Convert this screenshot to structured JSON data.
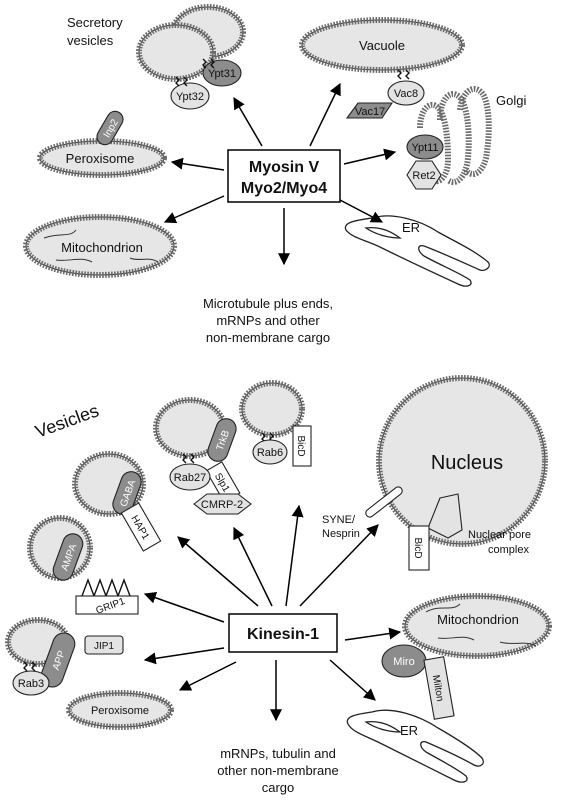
{
  "myosin": {
    "motor_line1": "Myosin V",
    "motor_line2": "Myo2/Myo4",
    "secretory_line1": "Secretory",
    "secretory_line2": "vesicles",
    "ypt31": "Ypt31",
    "ypt32": "Ypt32",
    "vacuole": "Vacuole",
    "vac8": "Vac8",
    "vac17": "Vac17",
    "golgi": "Golgi",
    "ypt11": "Ypt11",
    "ret2": "Ret2",
    "inp2": "Inp2",
    "peroxisome": "Peroxisome",
    "mitochondrion": "Mitochondrion",
    "er": "ER",
    "other_line1": "Microtubule plus ends,",
    "other_line2": "mRNPs and other",
    "other_line3": "non-membrane cargo"
  },
  "kinesin": {
    "motor": "Kinesin-1",
    "vesicles": "Vesicles",
    "gaba": "GABA",
    "hap1": "HAP1",
    "trkb": "TrkB",
    "rab27": "Rab27",
    "slp1": "Slp1",
    "cmrp2": "CMRP-2",
    "rab6": "Rab6",
    "bicd": "BicD",
    "nucleus": "Nucleus",
    "syne_line1": "SYNE/",
    "syne_line2": "Nesprin",
    "npc_line1": "Nuclear pore",
    "npc_line2": "complex",
    "bicd2": "BicD",
    "ampa": "AMPA",
    "grip1": "GRIP1",
    "app": "APP",
    "jip1": "JIP1",
    "rab3": "Rab3",
    "mitochondrion": "Mitochondrion",
    "miro": "Miro",
    "milton": "Milton",
    "peroxisome": "Peroxisome",
    "er": "ER",
    "other_line1": "mRNPs, tubulin and",
    "other_line2": "other non-membrane",
    "other_line3": "cargo"
  }
}
